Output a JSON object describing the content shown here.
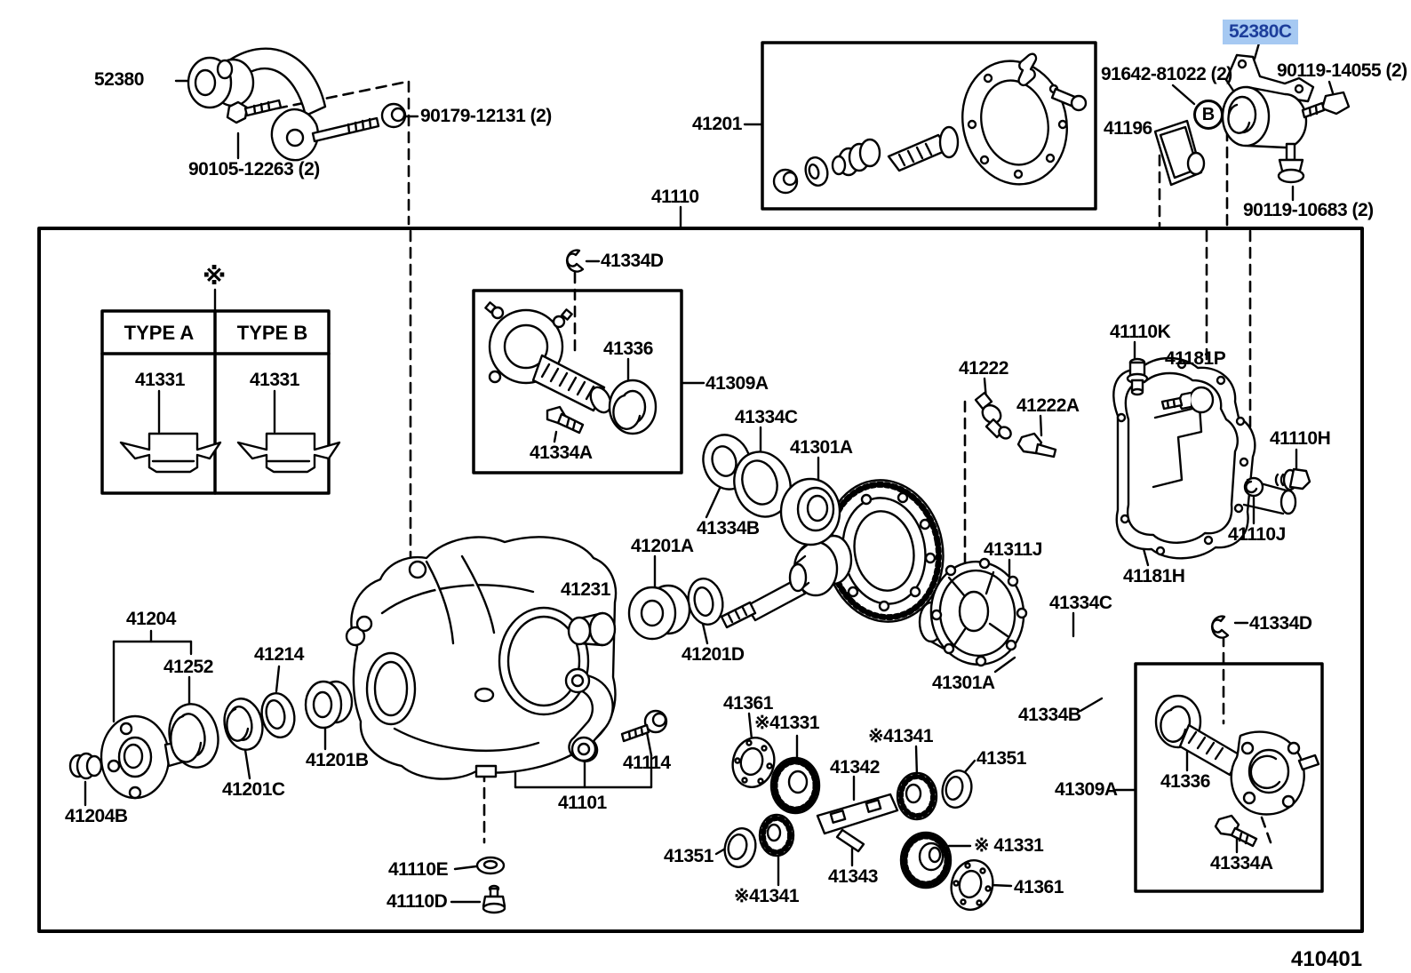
{
  "figure": {
    "number": "410401"
  },
  "selected_part": {
    "code": "52380C",
    "highlight_bg": "#a6c9f2",
    "highlight_text": "#1d3e9b"
  },
  "callouts": {
    "b": "B"
  },
  "type_table": {
    "note_symbol": "※",
    "columns": [
      "TYPE A",
      "TYPE B"
    ],
    "parts": [
      "41331",
      "41331"
    ]
  },
  "labels": {
    "p52380": "52380",
    "p90105": "90105-12263 (2)",
    "p90179": "90179-12131 (2)",
    "p41201": "41201",
    "p41110": "41110",
    "p91642": "91642-81022 (2)",
    "p41196": "41196",
    "p90119_14055": "90119-14055 (2)",
    "p90119_10683": "90119-10683 (2)",
    "p41334d_left": "41334D",
    "p41336_left": "41336",
    "p41309a_left": "41309A",
    "p41334a_left": "41334A",
    "p41334c_upper": "41334C",
    "p41334b_upper": "41334B",
    "p41301a_upper": "41301A",
    "p41201a": "41201A",
    "p41231": "41231",
    "p41201d": "41201D",
    "p41311j": "41311J",
    "p41222": "41222",
    "p41222a": "41222A",
    "p41110k": "41110K",
    "p41181p": "41181P",
    "p41110h": "41110H",
    "p41110j": "41110J",
    "p41181h": "41181H",
    "p41334c_right": "41334C",
    "p41301a_lower": "41301A",
    "p41334b_right": "41334B",
    "p41334d_right": "41334D",
    "p41204": "41204",
    "p41252": "41252",
    "p41214": "41214",
    "p41201b": "41201B",
    "p41201c": "41201C",
    "p41204b": "41204B",
    "p41110e": "41110E",
    "p41110d": "41110D",
    "p41101": "41101",
    "p41114": "41114",
    "p41361_left": "41361",
    "p41331_xleft": "※41331",
    "p41342": "41342",
    "p41341_xtop": "※41341",
    "p41351_right": "41351",
    "p41351_left": "41351",
    "p41341_xbottom": "※41341",
    "p41343": "41343",
    "p41331_xright": "※ 41331",
    "p41361_right": "41361",
    "p41309a_right": "41309A",
    "p41336_right": "41336",
    "p41334a_right": "41334A"
  }
}
